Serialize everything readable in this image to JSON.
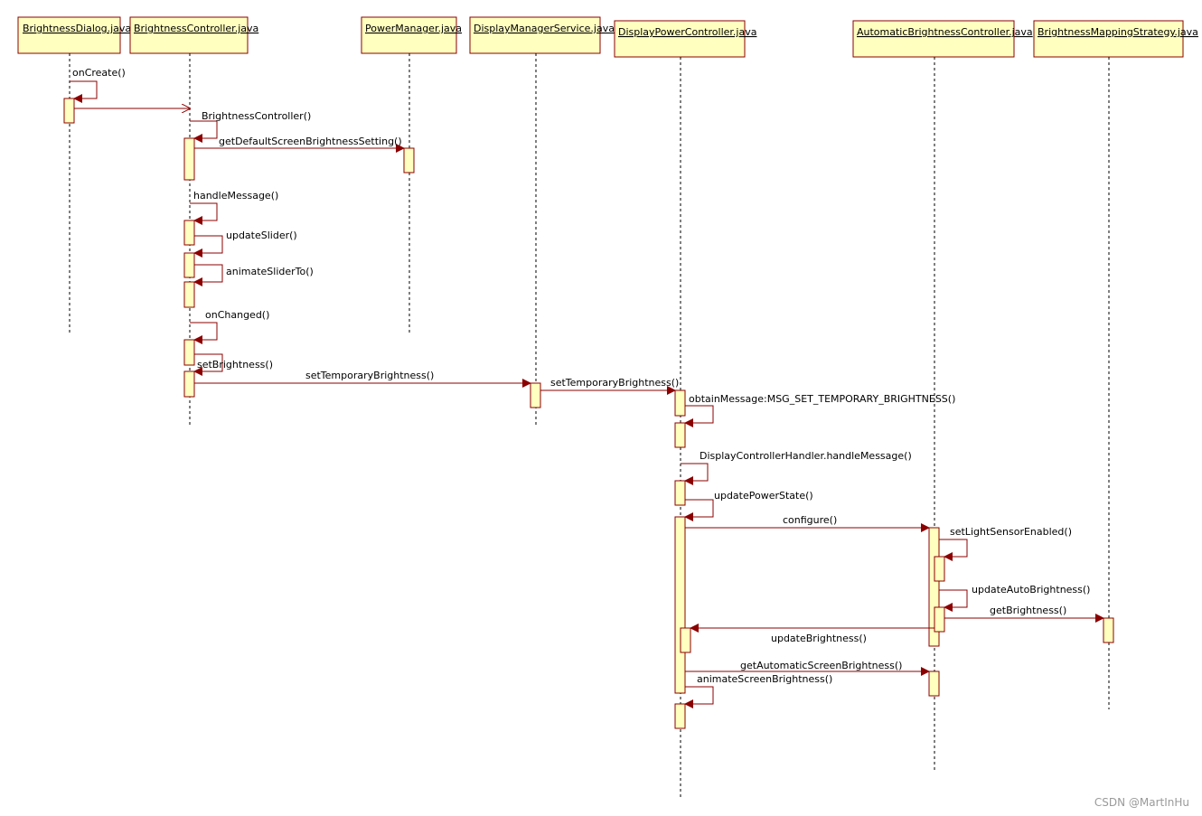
{
  "diagram": {
    "participants": [
      {
        "id": "bd",
        "label": "BrightnessDialog.java"
      },
      {
        "id": "bc",
        "label": "BrightnessController.java"
      },
      {
        "id": "pm",
        "label": "PowerManager.java"
      },
      {
        "id": "dms",
        "label": "DisplayManagerService.java"
      },
      {
        "id": "dpc",
        "label": "DisplayPowerController.java"
      },
      {
        "id": "abc",
        "label": "AutomaticBrightnessController.java"
      },
      {
        "id": "bms",
        "label": "BrightnessMappingStrategy.java"
      }
    ],
    "messages": [
      {
        "from": "bd",
        "to": "bd",
        "label": "onCreate()"
      },
      {
        "from": "bd",
        "to": "bc",
        "label": ""
      },
      {
        "from": "bc",
        "to": "bc",
        "label": "BrightnessController()"
      },
      {
        "from": "bc",
        "to": "pm",
        "label": "getDefaultScreenBrightnessSetting()"
      },
      {
        "from": "bc",
        "to": "bc",
        "label": "handleMessage()"
      },
      {
        "from": "bc",
        "to": "bc",
        "label": "updateSlider()"
      },
      {
        "from": "bc",
        "to": "bc",
        "label": "animateSliderTo()"
      },
      {
        "from": "bc",
        "to": "bc",
        "label": "onChanged()"
      },
      {
        "from": "bc",
        "to": "bc",
        "label": "setBrightness()"
      },
      {
        "from": "bc",
        "to": "dms",
        "label": "setTemporaryBrightness()"
      },
      {
        "from": "dms",
        "to": "dpc",
        "label": "setTemporaryBrightness()"
      },
      {
        "from": "dpc",
        "to": "dpc",
        "label": "obtainMessage:MSG_SET_TEMPORARY_BRIGHTNESS()"
      },
      {
        "from": "dpc",
        "to": "dpc",
        "label": "DisplayControllerHandler.handleMessage()"
      },
      {
        "from": "dpc",
        "to": "dpc",
        "label": "updatePowerState()"
      },
      {
        "from": "dpc",
        "to": "abc",
        "label": "configure()"
      },
      {
        "from": "abc",
        "to": "abc",
        "label": "setLightSensorEnabled()"
      },
      {
        "from": "abc",
        "to": "abc",
        "label": "updateAutoBrightness()"
      },
      {
        "from": "abc",
        "to": "bms",
        "label": "getBrightness()"
      },
      {
        "from": "abc",
        "to": "dpc",
        "label": "updateBrightness()"
      },
      {
        "from": "dpc",
        "to": "abc",
        "label": "getAutomaticScreenBrightness()"
      },
      {
        "from": "dpc",
        "to": "dpc",
        "label": "animateScreenBrightness()"
      }
    ]
  },
  "watermark": "CSDN @MartInHu"
}
